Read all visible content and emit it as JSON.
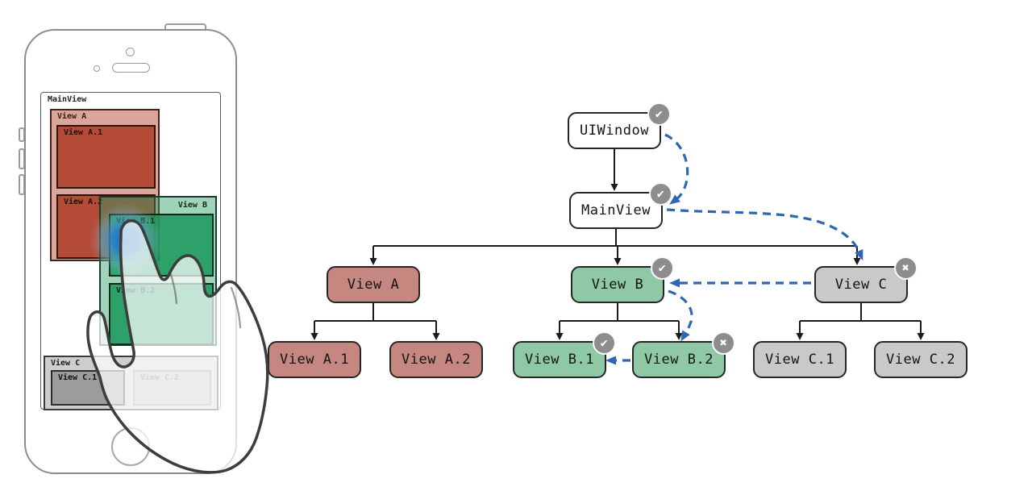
{
  "phone": {
    "mainview_label": "MainView",
    "views": {
      "view_a": "View A",
      "view_a1": "View A.1",
      "view_a2": "View A.2",
      "view_b": "View B",
      "view_b1": "View B.1",
      "view_b2": "View B.2",
      "view_c": "View C",
      "view_c1": "View C.1",
      "view_c2": "View C.2"
    }
  },
  "tree": {
    "nodes": {
      "uiwindow": {
        "label": "UIWindow",
        "badge": "check"
      },
      "mainview": {
        "label": "MainView",
        "badge": "check"
      },
      "view_a": {
        "label": "View A"
      },
      "view_b": {
        "label": "View B",
        "badge": "check"
      },
      "view_c": {
        "label": "View C",
        "badge": "cross"
      },
      "view_a1": {
        "label": "View A.1"
      },
      "view_a2": {
        "label": "View A.2"
      },
      "view_b1": {
        "label": "View B.1",
        "badge": "check"
      },
      "view_b2": {
        "label": "View B.2",
        "badge": "cross"
      },
      "view_c1": {
        "label": "View C.1"
      },
      "view_c2": {
        "label": "View C.2"
      }
    }
  },
  "glyphs": {
    "check": "✔",
    "cross": "✖"
  },
  "colors": {
    "node-red": "#c5877f",
    "node-green": "#8fc8a5",
    "node-gray": "#c9c9c9",
    "node-white": "#ffffff",
    "hit-test-blue": "#2e66b5",
    "badge-gray": "#8d8d8d",
    "touch-glow-blue": "#2277cc"
  }
}
